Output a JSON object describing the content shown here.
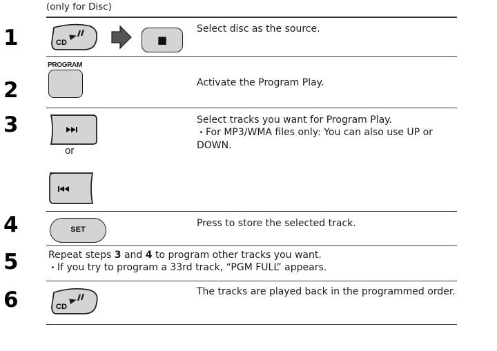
{
  "note": "(only for Disc)",
  "steps": [
    {
      "num": "1",
      "text": "Select disc as the source."
    },
    {
      "num": "2",
      "text": "Activate the Program Play."
    },
    {
      "num": "3",
      "text": "Select tracks you want for Program Play.",
      "bullet": "For MP3/WMA files only: You can also use UP or DOWN."
    },
    {
      "num": "4",
      "text": "Press to store the selected track."
    },
    {
      "num": "5",
      "pre": "Repeat steps ",
      "b1": "3",
      "mid": " and ",
      "b2": "4",
      "post": " to program other tracks you want.",
      "bullet": "If you try to program a 33rd track, “PGM FULL” appears."
    },
    {
      "num": "6",
      "text": "The tracks are played back in the programmed order."
    }
  ],
  "buttons": {
    "cd_play_pause": "CD ►/II",
    "stop": "■",
    "program": "PROGRAM",
    "next": "►►|",
    "or": "or",
    "prev": "|◄◄",
    "set": "SET"
  }
}
